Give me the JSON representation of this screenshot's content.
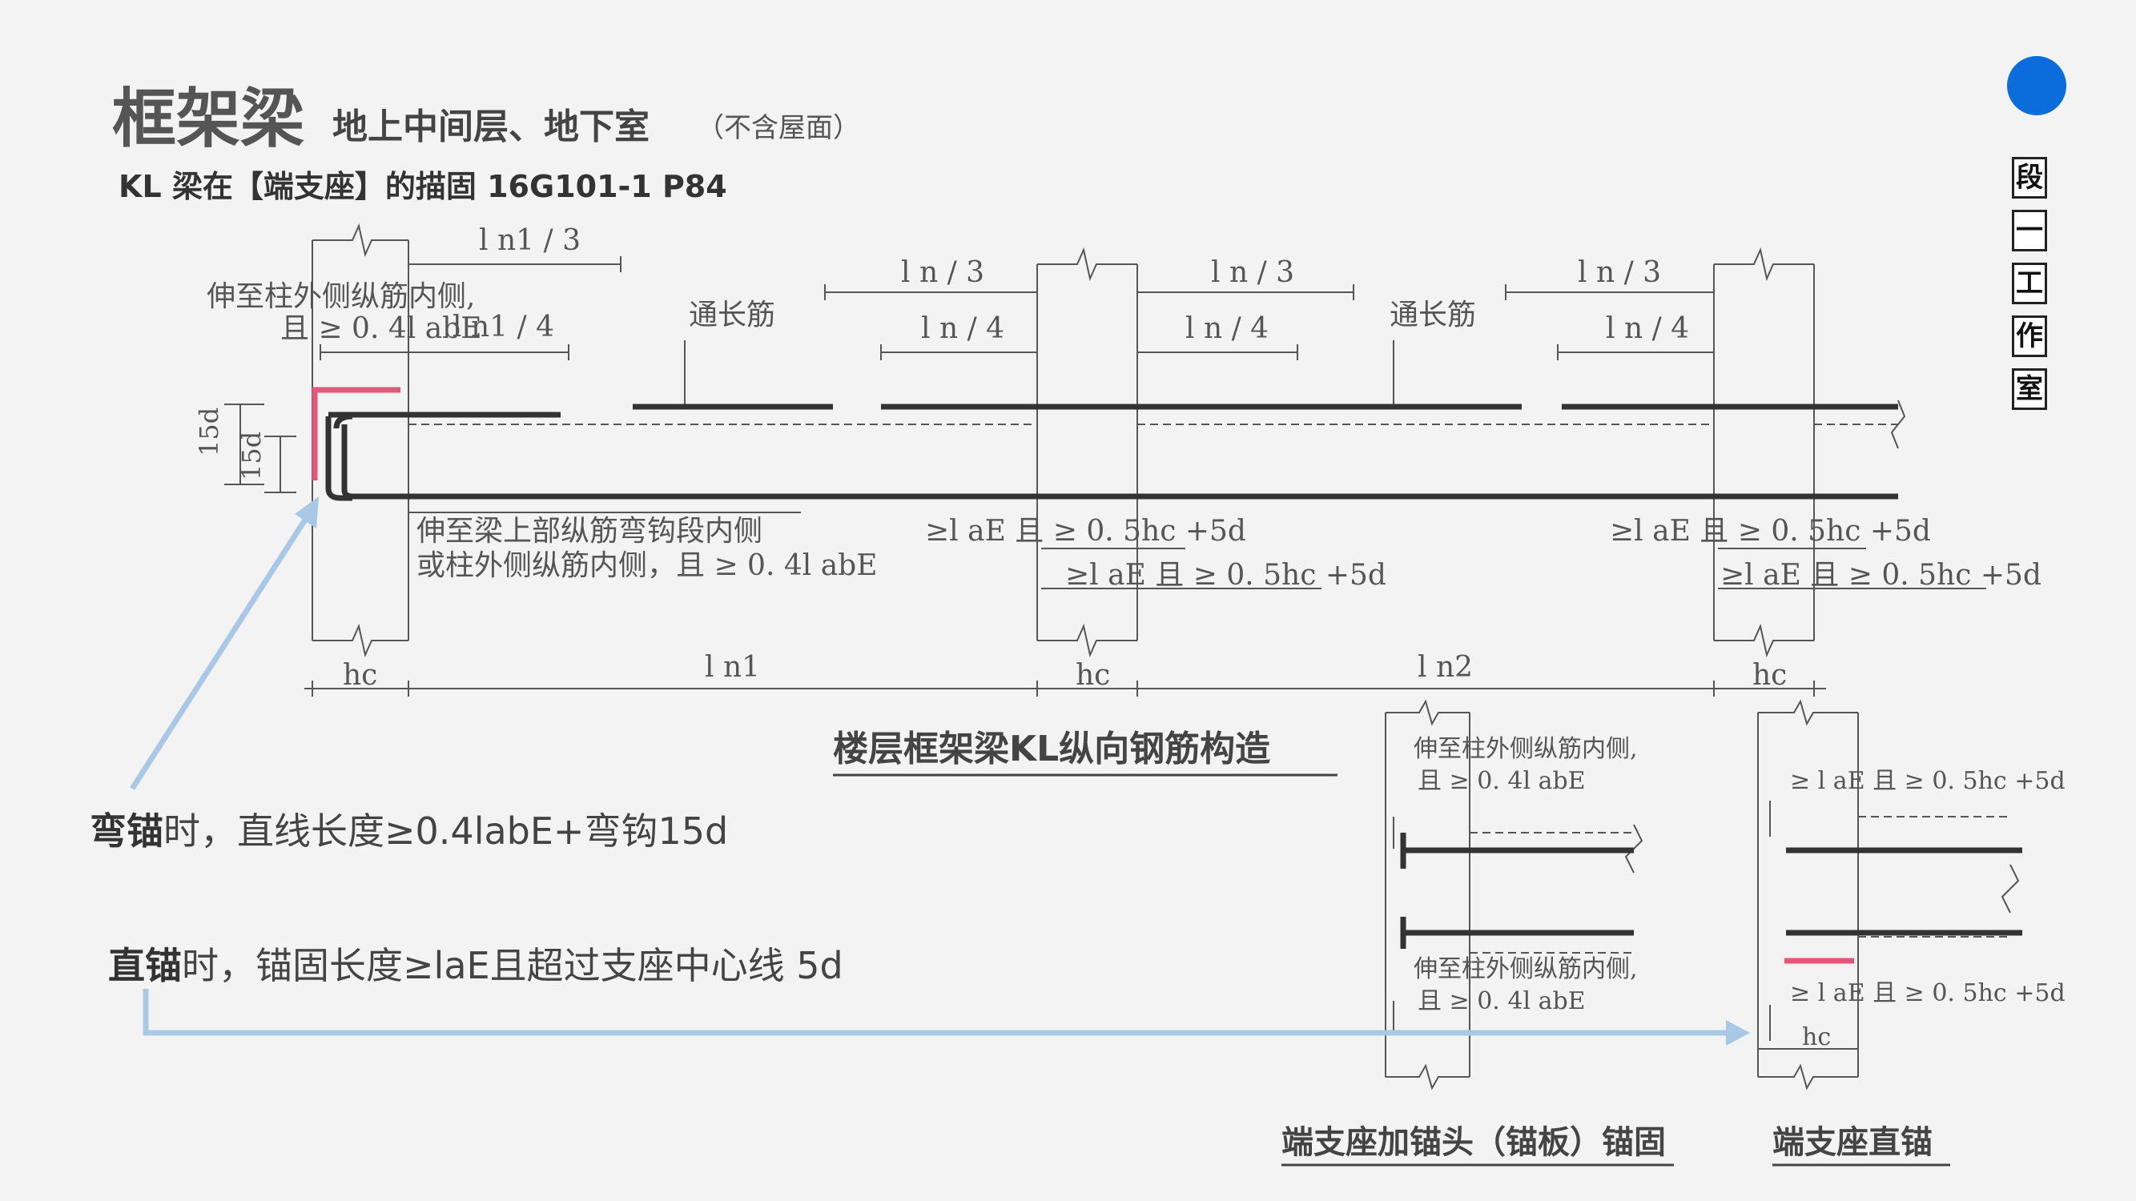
{
  "header": {
    "title": "框架梁",
    "subtitle": "地上中间层、地下室",
    "paren": "（不含屋面）",
    "subline": "KL 梁在【端支座】的描固  16G101-1  P84"
  },
  "side": {
    "chars": [
      "段",
      "一",
      "工",
      "作",
      "室"
    ]
  },
  "diagram": {
    "ln1_3": "l",
    "labels": {
      "ln1_3": "l n1 / 3",
      "ln1_4": "l n1 / 4",
      "ln3a": "l n / 3",
      "ln4a": "l n / 4",
      "ln3b": "l n / 3",
      "ln4b": "l n / 4",
      "ln3c": "l n / 3",
      "ln4c": "l n / 4",
      "tong1": "通长筋",
      "tong2": "通长筋",
      "anchor1": "伸至柱外侧纵筋内侧,",
      "anchor2": "且 ≥ 0. 4l abE",
      "d15a": "15d",
      "d15b": "15d",
      "under1": "伸至梁上部纵筋弯钩段内侧",
      "under2": "或柱外侧纵筋内侧，且 ≥ 0. 4l abE",
      "lae1": "≥l aE 且 ≥ 0. 5hc +5d",
      "lae2": "≥l aE 且 ≥ 0. 5hc +5d",
      "lae3": "≥l aE 且 ≥ 0. 5hc +5d",
      "lae4": "≥l aE 且 ≥ 0. 5hc +5d",
      "hc1": "hc",
      "ln1": "l n1",
      "hc2": "hc",
      "ln2": "l n2",
      "hc3": "hc",
      "caption_main": "楼层框架梁KL纵向钢筋构造",
      "s1a": "伸至柱外侧纵筋内侧,",
      "s1b": "且 ≥ 0. 4l abE",
      "s2a": "伸至柱外侧纵筋内侧,",
      "s2b": "且 ≥ 0. 4l abE",
      "r1": "≥ l aE 且 ≥ 0. 5hc +5d",
      "r2": "≥ l aE 且 ≥ 0. 5hc +5d",
      "rhc": "hc",
      "cap2": "端支座加锚头（锚板）锚固",
      "cap3": "端支座直锚"
    }
  },
  "notes": {
    "n1_bold": "弯锚",
    "n1_rest": "时，直线长度≥0.4labE+弯钩15d",
    "n2_bold": "直锚",
    "n2_rest": "时，锚固长度≥laE且超过支座中心线 5d"
  },
  "colors": {
    "accent": "#e8557a",
    "arrow": "#a9c8e6",
    "blue_dot": "#0a6ddb"
  }
}
